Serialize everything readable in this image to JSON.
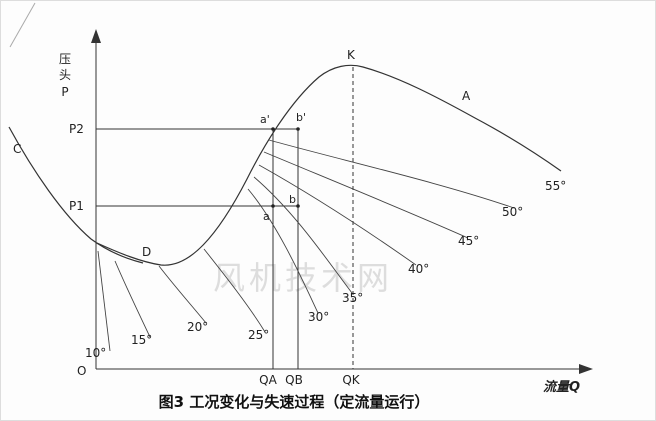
{
  "figure": {
    "y_axis": {
      "chars": [
        "压",
        "头",
        "P"
      ]
    },
    "x_axis": {
      "label": "流量Q"
    },
    "origin": "O",
    "pressure_labels": {
      "p2": "P2",
      "p1": "P1"
    },
    "flow_labels": {
      "qa": "QA",
      "qb": "QB",
      "qk": "QK"
    },
    "point_labels": {
      "c": "C",
      "d": "D",
      "k": "K",
      "a_cap": "A",
      "a": "a",
      "b": "b",
      "a_prime": "a'",
      "b_prime": "b'"
    },
    "angle_labels": [
      "10°",
      "15°",
      "20°",
      "25°",
      "30°",
      "35°",
      "40°",
      "45°",
      "50°",
      "55°"
    ],
    "watermark": "风机技术网",
    "caption": "图3  工况变化与失速过程（定流量运行）"
  }
}
